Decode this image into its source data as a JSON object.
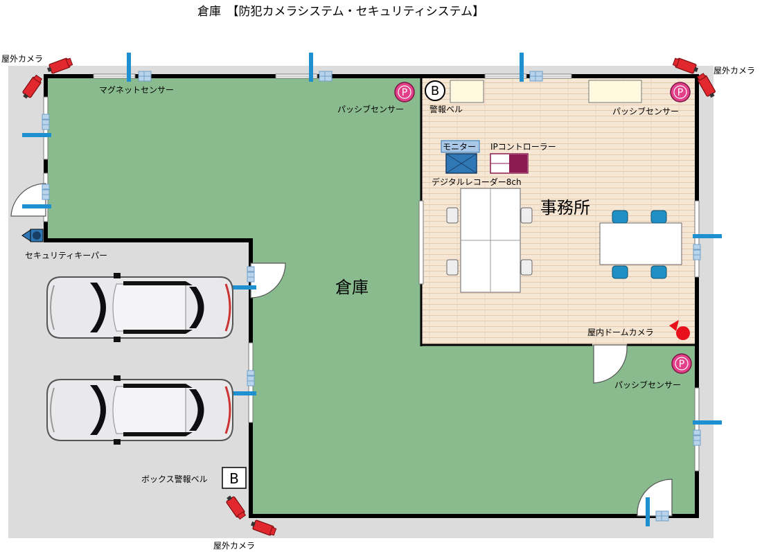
{
  "title": "倉庫　【防犯カメラシステム・セキュリティシステム】",
  "labels": {
    "outdoor_camera_tl": "屋外カメラ",
    "outdoor_camera_tr": "屋外カメラ",
    "outdoor_camera_bottom": "屋外カメラ",
    "magnet_sensor": "マグネットセンサー",
    "passive_sensor_top": "パッシブセンサー",
    "passive_sensor_office": "パッシブセンサー",
    "passive_sensor_right": "パッシブセンサー",
    "alarm_bell": "警報ベル",
    "monitor": "モニター",
    "ip_controller": "IPコントローラー",
    "digital_recorder": "デジタルレコーダー8ch",
    "office": "事務所",
    "warehouse": "倉庫",
    "security_keeper": "セキュリティキーパー",
    "dome_camera": "屋内ドームカメラ",
    "box_alarm_bell": "ボックス警報ベル",
    "bell_symbol": "B",
    "passive_symbol": "P"
  },
  "colors": {
    "warehouse_floor": "#8abb8e",
    "office_floor": "#f6e6d4",
    "outer_ground": "#dcdcdc",
    "wall": "#000000",
    "sensor_blue": "#1e90d0",
    "camera_red": "#e0282e",
    "passive_pink": "#e2418a",
    "chair_blue": "#1f8fc4",
    "ip_controller_accent": "#8a1a50",
    "monitor_blue": "#2f77b5",
    "dome_red": "#e8101a"
  }
}
